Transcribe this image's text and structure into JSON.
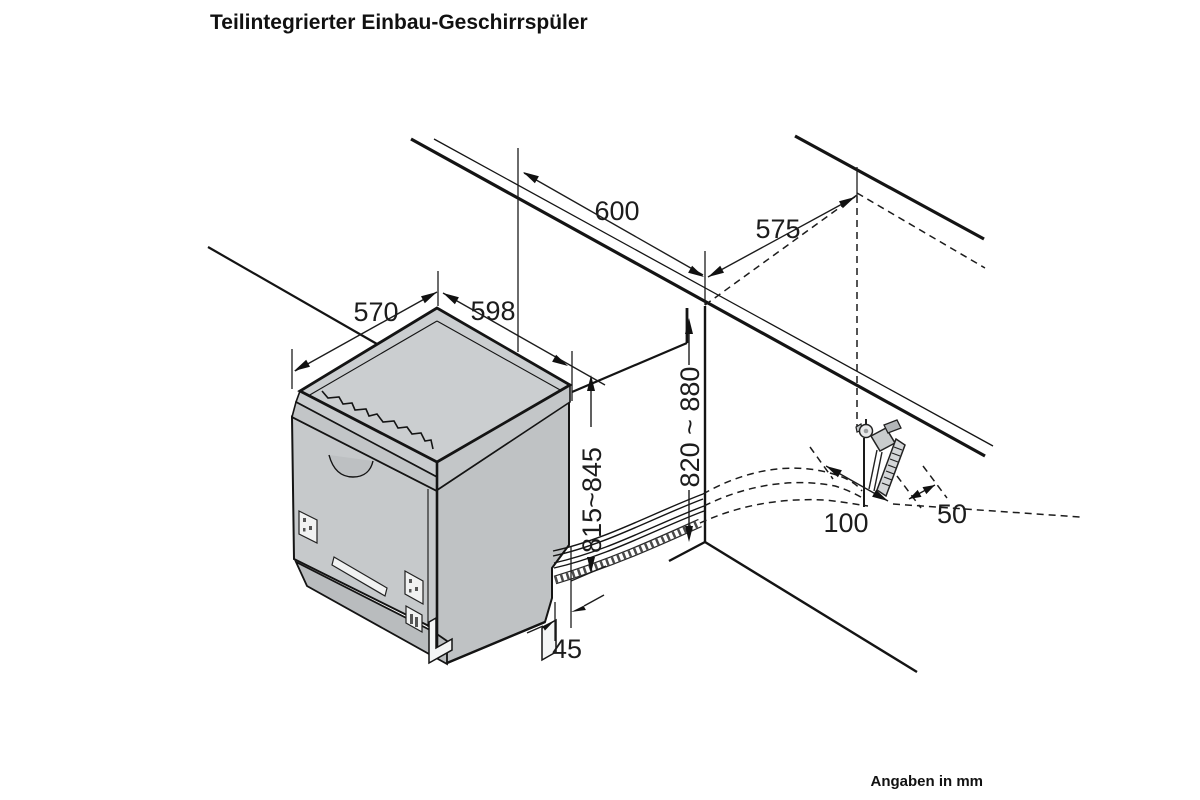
{
  "title": "Teilintegrierter Einbau-Geschirrspüler",
  "footnote": "Angaben in mm",
  "diagram": {
    "type": "installation-drawing",
    "subject": "semi-integrated built-in dishwasher in kitchen niche",
    "dimensions_mm": {
      "niche_width": "600",
      "niche_depth": "575",
      "appliance_depth": "570",
      "appliance_width": "598",
      "appliance_height_range": "815~845",
      "niche_height_range": "820 ~ 880",
      "hose_clearance_side": "45",
      "connection_distance_from_niche": "100",
      "connection_distance_from_wall": "50"
    }
  }
}
